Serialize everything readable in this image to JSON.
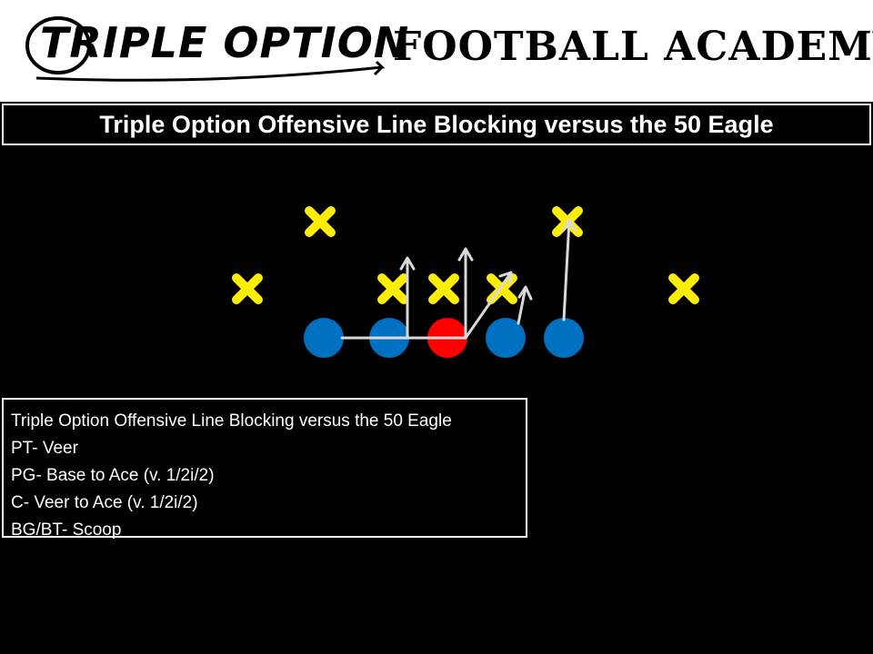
{
  "header": {
    "logo_left": "TRIPLE OPTION",
    "logo_right": "FOOTBALL ACADEMY"
  },
  "title": "Triple Option Offensive Line Blocking versus the 50 Eagle",
  "notes": [
    "Triple Option Offensive Line Blocking versus the 50 Eagle",
    "PT- Veer",
    "PG- Base to Ace (v. 1/2i/2)",
    "C- Veer to Ace (v. 1/2i/2)",
    "BG/BT- Scoop"
  ],
  "colors": {
    "background": "#000000",
    "defender": "#ffee00",
    "lineman": "#0070c0",
    "center": "#ff0000",
    "route": "#d9d9d9"
  },
  "icons": {
    "defender": "x-mark-icon",
    "lineman": "circle-icon"
  }
}
